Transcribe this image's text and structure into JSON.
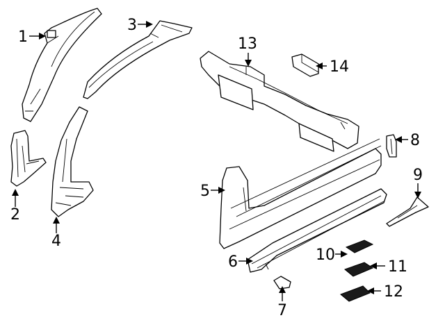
{
  "callouts": [
    {
      "id": "1",
      "label": "1"
    },
    {
      "id": "2",
      "label": "2"
    },
    {
      "id": "3",
      "label": "3"
    },
    {
      "id": "4",
      "label": "4"
    },
    {
      "id": "5",
      "label": "5"
    },
    {
      "id": "6",
      "label": "6"
    },
    {
      "id": "7",
      "label": "7"
    },
    {
      "id": "8",
      "label": "8"
    },
    {
      "id": "9",
      "label": "9"
    },
    {
      "id": "10",
      "label": "10"
    },
    {
      "id": "11",
      "label": "11"
    },
    {
      "id": "12",
      "label": "12"
    },
    {
      "id": "13",
      "label": "13"
    },
    {
      "id": "14",
      "label": "14"
    }
  ],
  "colors": {
    "line": "#000000",
    "background": "#ffffff"
  }
}
